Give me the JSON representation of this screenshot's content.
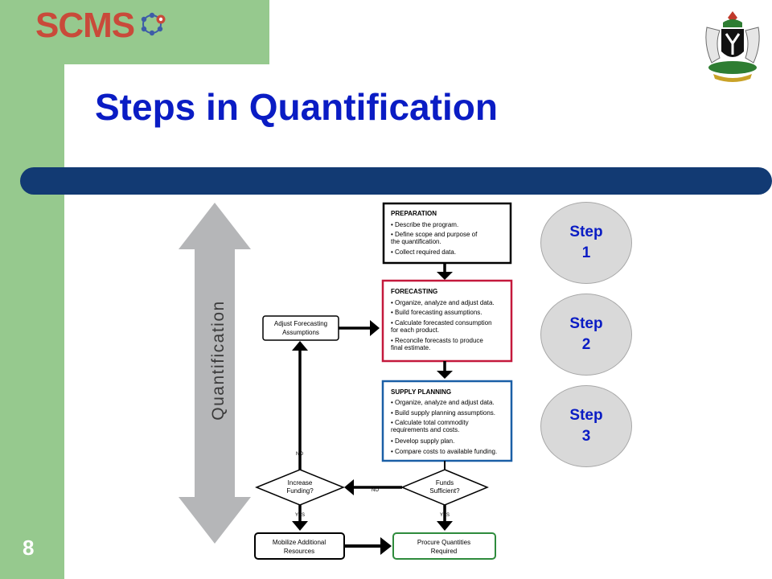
{
  "header": {
    "logo_text": "SCMS",
    "title": "Steps in Quantification",
    "slide_number": "8"
  },
  "colors": {
    "title": "#0a1cc4",
    "side_band": "#96c98e",
    "divider": "#123a73",
    "forecasting_border": "#c4193c",
    "supply_border": "#1a5fa6",
    "procure_border": "#2e8b3c"
  },
  "diagram": {
    "side_label": "Quantification",
    "preparation": {
      "heading": "PREPARATION",
      "bullets": [
        "• Describe the program.",
        "• Define scope and purpose of",
        "  the quantification.",
        "• Collect required data."
      ]
    },
    "forecasting": {
      "heading": "FORECASTING",
      "bullets": [
        "• Organize, analyze and adjust data.",
        "• Build forecasting assumptions.",
        "• Calculate forecasted consumption",
        "  for each product.",
        "• Reconcile forecasts to produce",
        "  final estimate."
      ]
    },
    "supply_planning": {
      "heading": "SUPPLY PLANNING",
      "bullets": [
        "• Organize, analyze and adjust data.",
        "• Build supply planning assumptions.",
        "• Calculate total commodity",
        "  requirements and costs.",
        "• Develop supply plan.",
        "• Compare costs to available funding."
      ]
    },
    "adjust_box": [
      "Adjust Forecasting",
      "Assumptions"
    ],
    "funds_diamond": [
      "Funds",
      "Sufficient?"
    ],
    "increase_diamond": [
      "Increase",
      "Funding?"
    ],
    "mobilize_box": [
      "Mobilize Additional",
      "Resources"
    ],
    "procure_box": [
      "Procure Quantities",
      "Required"
    ],
    "labels": {
      "no_top": "NO",
      "no_mid": "NO",
      "yes_left": "YES",
      "yes_right": "YES"
    }
  },
  "steps": [
    {
      "word": "Step",
      "num": "1"
    },
    {
      "word": "Step",
      "num": "2"
    },
    {
      "word": "Step",
      "num": "3"
    }
  ]
}
